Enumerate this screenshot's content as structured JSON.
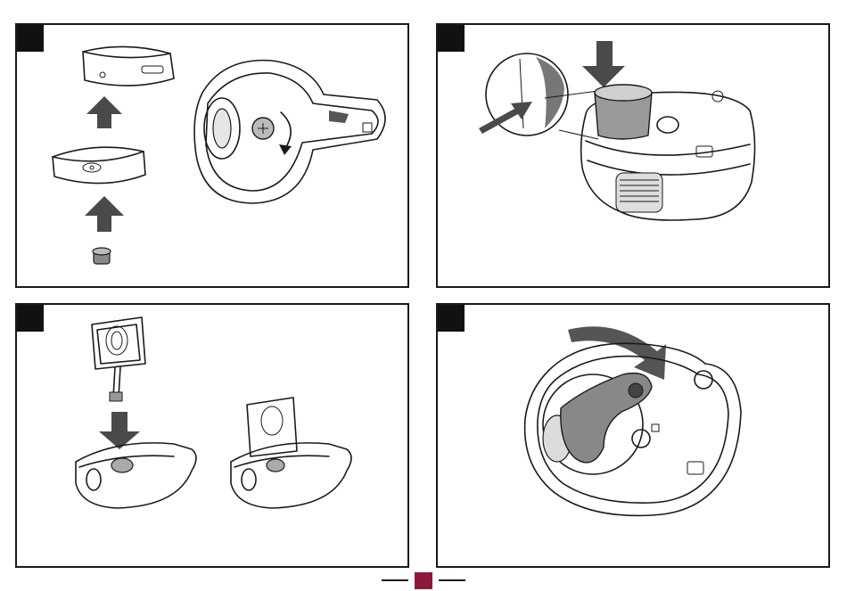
{
  "colors": {
    "page_background": "#ffffff",
    "panel_border": "#1a1a1a",
    "step_tag": "#111111",
    "arrow": "#4a4a4a",
    "accent_square": "#8b1a3a"
  },
  "panels": [
    {
      "id": "panel-1",
      "icons": [
        "lid-piece-icon",
        "base-piece-icon",
        "knob-icon",
        "lid-topview-icon",
        "rotate-arrow-icon"
      ]
    },
    {
      "id": "panel-2",
      "icons": [
        "magnifier-detail-icon",
        "bowl-insert-icon",
        "machine-body-icon",
        "down-arrow-icon"
      ]
    },
    {
      "id": "panel-3",
      "icons": [
        "paddle-icon",
        "lid-with-paddle-icon",
        "down-arrow-icon"
      ]
    },
    {
      "id": "panel-4",
      "icons": [
        "machine-topview-icon",
        "curved-arrow-icon",
        "lid-cap-icon"
      ]
    }
  ]
}
